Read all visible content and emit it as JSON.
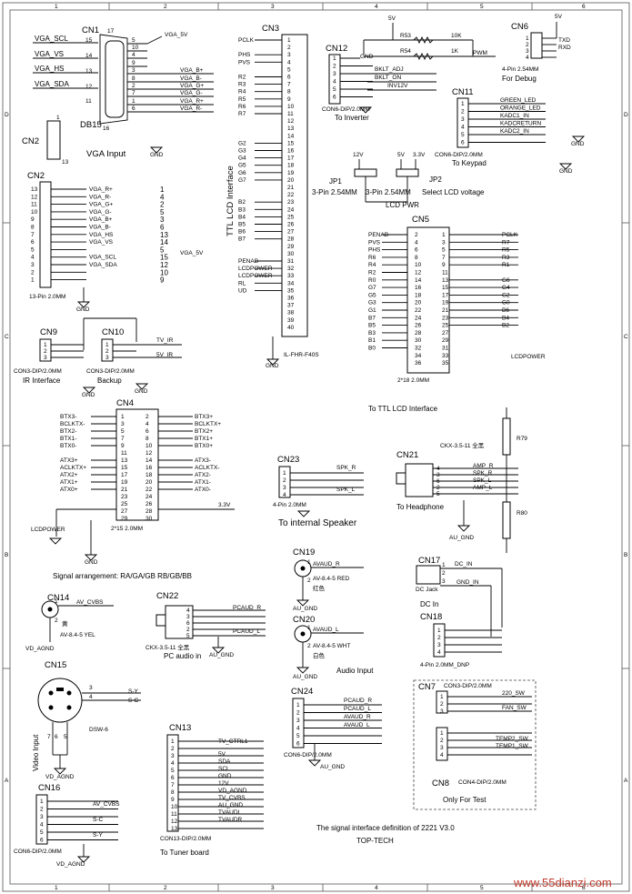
{
  "border": {
    "top_cols": [
      "1",
      "2",
      "3",
      "4",
      "5",
      "6"
    ],
    "side_rows": [
      "D",
      "C",
      "B",
      "A"
    ]
  },
  "cn1": {
    "ref": "CN1",
    "part": "DB15",
    "caption": "VGA Input",
    "left_nets": [
      "VGA_SCL",
      "VGA_VS",
      "VGA_HS",
      "VGA_SDA"
    ],
    "left_pins": [
      "15",
      "14",
      "13",
      "12",
      "11"
    ],
    "pins": [
      "5",
      "10",
      "4",
      "9",
      "3",
      "8",
      "2",
      "7",
      "1",
      "6"
    ],
    "right_nets": [
      "VGA_5V",
      "VGA_B+",
      "VGA_B-",
      "VGA_G+",
      "VGA_G-",
      "VGA_R+",
      "VGA_R-"
    ],
    "body_pins": [
      "17",
      "16"
    ]
  },
  "cn2a": {
    "ref": "CN2",
    "pins": [
      "1",
      "13"
    ]
  },
  "cn2b": {
    "ref": "CN2",
    "caption": "13-Pin 2.0MM",
    "pins": [
      "13",
      "12",
      "11",
      "10",
      "9",
      "8",
      "7",
      "6",
      "5",
      "4",
      "3",
      "2",
      "1"
    ],
    "nets": [
      "VGA_R+",
      "VGA_R-",
      "VGA_G+",
      "VGA_G-",
      "VGA_B+",
      "VGA_B-",
      "VGA_HS",
      "VGA_VS",
      "",
      "VGA_SCL",
      "VGA_SDA"
    ],
    "map": [
      "1",
      "4",
      "2",
      "5",
      "3",
      "6",
      "13",
      "14",
      "5",
      "15",
      "12",
      "10",
      "9"
    ],
    "pwr": "VGA_5V"
  },
  "cn3": {
    "ref": "CN3",
    "part": "IL-FHR-F40S",
    "title": "TTL LCD Interface",
    "nets": [
      "PCLK",
      "",
      "PHS",
      "PVS",
      "",
      "R2",
      "R3",
      "R4",
      "R5",
      "R6",
      "R7",
      "",
      "",
      "",
      "G2",
      "G3",
      "G4",
      "G5",
      "G6",
      "G7",
      "",
      "",
      "B2",
      "B3",
      "B4",
      "B5",
      "B6",
      "B7",
      "",
      "",
      "PENAB",
      "LCDPOWER",
      "LCDPOWER",
      "RL",
      "UD"
    ],
    "pins": [
      "1",
      "2",
      "3",
      "4",
      "5",
      "6",
      "7",
      "8",
      "9",
      "10",
      "11",
      "12",
      "13",
      "14",
      "15",
      "16",
      "17",
      "18",
      "19",
      "20",
      "21",
      "22",
      "23",
      "24",
      "25",
      "26",
      "27",
      "28",
      "29",
      "30",
      "31",
      "32",
      "33",
      "34",
      "35",
      "36",
      "37",
      "38",
      "39",
      "40"
    ]
  },
  "cn12": {
    "ref": "CN12",
    "part": "CON6-DIP/2.0MM",
    "caption": "To Inverter",
    "pins": [
      "1",
      "2",
      "3",
      "4",
      "5",
      "6"
    ],
    "nets": [
      "GND",
      "BKLT_ADJ",
      "BKLT_ON",
      "INV12V"
    ],
    "r53": "R53",
    "r53v": "10K",
    "r54": "R54",
    "r54v": "1K",
    "pwm": "PWM",
    "vcc": "5V"
  },
  "cn6": {
    "ref": "CN6",
    "part": "4-Pin 2.54MM",
    "caption": "For Debug",
    "pins": [
      "1",
      "2",
      "3",
      "4"
    ],
    "nets": [
      "TXD",
      "RXD"
    ],
    "vcc": "5V"
  },
  "cn11": {
    "ref": "CN11",
    "part": "CON6-DIP/2.0MM",
    "caption": "To Keypad",
    "pins": [
      "1",
      "2",
      "3",
      "4",
      "5",
      "6"
    ],
    "nets": [
      "GREEN_LED",
      "ORANGE_LED",
      "KADC1_IN",
      "KADCRETURN",
      "KADC2_IN"
    ]
  },
  "jp": {
    "jp1": "JP1",
    "jp2": "JP2",
    "jp1_part": "3-Pin 2.54MM",
    "jp2_part": "3-Pin 2.54MM",
    "note": "Select LCD voltage",
    "pwr": "LCD PWR",
    "v12": "12V",
    "v5": "5V",
    "v33": "3.3V"
  },
  "cn5": {
    "ref": "CN5",
    "part": "2*18 2.0MM",
    "caption": "To TTL LCD Interface",
    "left_nets": [
      "PENAB",
      "PVS",
      "PHS",
      "R6",
      "R4",
      "R2",
      "R0",
      "G7",
      "G5",
      "G3",
      "G1",
      "B7",
      "B5",
      "B3",
      "B1",
      "B0"
    ],
    "left_pins": [
      "2",
      "4",
      "6",
      "8",
      "10",
      "12",
      "14",
      "16",
      "18",
      "20",
      "22",
      "24",
      "26",
      "28",
      "30",
      "32",
      "34",
      "36"
    ],
    "right_pins": [
      "1",
      "3",
      "5",
      "7",
      "9",
      "11",
      "13",
      "15",
      "17",
      "19",
      "21",
      "23",
      "25",
      "27",
      "29",
      "31",
      "33",
      "35"
    ],
    "right_nets": [
      "PCLK",
      "R7",
      "R5",
      "R3",
      "R1",
      "",
      "G6",
      "G4",
      "G2",
      "G0",
      "B6",
      "B4",
      "B2"
    ],
    "pwr": "LCDPOWER"
  },
  "cn9": {
    "ref": "CN9",
    "part": "CON3-DIP/2.0MM",
    "caption": "IR Interface",
    "pins": [
      "1",
      "2",
      "3"
    ]
  },
  "cn10": {
    "ref": "CN10",
    "part": "CON3-DIP/2.0MM",
    "caption": "Backup",
    "pins": [
      "1",
      "2",
      "3"
    ],
    "nets": [
      "TV_IR",
      "5V_IR"
    ]
  },
  "cn4": {
    "ref": "CN4",
    "part": "2*15 2.0MM",
    "caption": "Signal arrangement: RA/GA/GB  RB/GB/BB",
    "left_nets": [
      "BTX3-",
      "BCLKTX-",
      "BTX2-",
      "BTX1-",
      "BTX0-",
      "",
      "ATX3+",
      "ACLKTX+",
      "ATX2+",
      "ATX1+",
      "ATX0+"
    ],
    "right_nets": [
      "BTX3+",
      "BCLKTX+",
      "BTX2+",
      "BTX1+",
      "BTX0+",
      "",
      "ATX3-",
      "ACLKTX-",
      "ATX2-",
      "ATX1-",
      "ATX0-"
    ],
    "left_pins": [
      "1",
      "3",
      "5",
      "7",
      "9",
      "11",
      "13",
      "15",
      "17",
      "19",
      "21",
      "23",
      "25",
      "27",
      "29"
    ],
    "right_pins": [
      "2",
      "4",
      "6",
      "8",
      "10",
      "12",
      "14",
      "16",
      "18",
      "20",
      "22",
      "24",
      "26",
      "28",
      "30"
    ],
    "pwr": "LCDPOWER",
    "v33": "3.3V"
  },
  "cn23": {
    "ref": "CN23",
    "part": "4-Pin 2.0MM",
    "caption": "To internal Speaker",
    "pins": [
      "1",
      "2",
      "3",
      "4"
    ],
    "nets": [
      "SPK_R",
      "SPK_L"
    ]
  },
  "cn21": {
    "ref": "CN21",
    "part": "CKX-3.5-11 全黑",
    "caption": "To Headphone",
    "pins": [
      "4",
      "3",
      "6",
      "2",
      "5"
    ],
    "nets": [
      "AMP_R",
      "SPK_R",
      "SPK_L",
      "AMP_L"
    ],
    "r79": "R79",
    "r80": "R80",
    "gnd": "AU_GND"
  },
  "cn14": {
    "ref": "CN14",
    "part": "AV-8.4-5 YEL",
    "color": "黄",
    "net": "AV_CVBS",
    "gnd": "VD_AGND",
    "pins": [
      "1",
      "2"
    ]
  },
  "cn22": {
    "ref": "CN22",
    "part": "CKX-3.5-11 全黑",
    "caption": "PC audio in",
    "nets": [
      "PCAUD_R",
      "PCAUD_L"
    ],
    "gnd": "AU_GND",
    "pins": [
      "4",
      "3",
      "6",
      "2",
      "5"
    ]
  },
  "cn19": {
    "ref": "CN19",
    "part": "AV-8.4-5 RED",
    "color": "红色",
    "net": "AVAUD_R",
    "gnd": "AU_GND",
    "pins": [
      "1",
      "2"
    ]
  },
  "cn20": {
    "ref": "CN20",
    "part": "AV-8.4-5 WHT",
    "color": "白色",
    "net": "AVAUD_L",
    "gnd": "AU_GND",
    "caption": "Audio Input",
    "pins": [
      "1",
      "2"
    ]
  },
  "cn17": {
    "ref": "CN17",
    "part": "DC Jack",
    "caption": "DC In",
    "nets": [
      "DC_IN",
      "GND_IN"
    ],
    "pins": [
      "1",
      "2",
      "3"
    ]
  },
  "cn18": {
    "ref": "CN18",
    "part": "4-Pin 2.0MM_DNP",
    "pins": [
      "1",
      "2",
      "3",
      "4"
    ]
  },
  "cn15": {
    "ref": "CN15",
    "part": "DSW-6",
    "caption": "Video Input",
    "nets": [
      "S-Y",
      "S-C"
    ],
    "gnd": "VD_AGND",
    "pins": [
      "7",
      "6",
      "5",
      "3",
      "4"
    ]
  },
  "cn24": {
    "ref": "CN24",
    "part": "CON6-DIP/2.0MM",
    "gnd": "AU_GND",
    "pins": [
      "1",
      "2",
      "3",
      "4",
      "5",
      "6"
    ],
    "nets": [
      "PCAUD_R",
      "PCAUD_L",
      "AVAUD_R",
      "AVAUD_L"
    ]
  },
  "cn7": {
    "ref": "CN7",
    "part": "CON3-DIP/2.0MM",
    "pins": [
      "1",
      "2",
      "3"
    ],
    "nets": [
      "220_SW",
      "FAN_SW"
    ]
  },
  "cn8": {
    "ref": "CN8",
    "part": "CON4-DIP/2.0MM",
    "caption": "Only For Test",
    "pins": [
      "1",
      "2",
      "3",
      "4"
    ],
    "nets": [
      "TEMP2_SW",
      "TEMP1_SW"
    ]
  },
  "cn16": {
    "ref": "CN16",
    "part": "CON6-DIP/2.0MM",
    "gnd": "VD_AGND",
    "pins": [
      "1",
      "2",
      "3",
      "4",
      "5",
      "6"
    ],
    "nets": [
      "AV_CVBS",
      "S-C",
      "S-Y"
    ]
  },
  "cn13": {
    "ref": "CN13",
    "part": "CON13-DIP/2.0MM",
    "caption": "To Tuner board",
    "pins": [
      "1",
      "2",
      "3",
      "4",
      "5",
      "6",
      "7",
      "8",
      "9",
      "10",
      "11",
      "12",
      "13"
    ],
    "nets": [
      "TV_CTRL1",
      "5V",
      "SDA",
      "SCL",
      "GND",
      "12V",
      "VD_AGND",
      "TV_CVBS",
      "AU_GND",
      "TVAUDL",
      "TVAUDR"
    ]
  },
  "gnd": "GND",
  "footer": {
    "title": "The signal interface definition of 2221 V3.0",
    "company": "TOP-TECH"
  },
  "watermark": "www.55dianzi.com"
}
